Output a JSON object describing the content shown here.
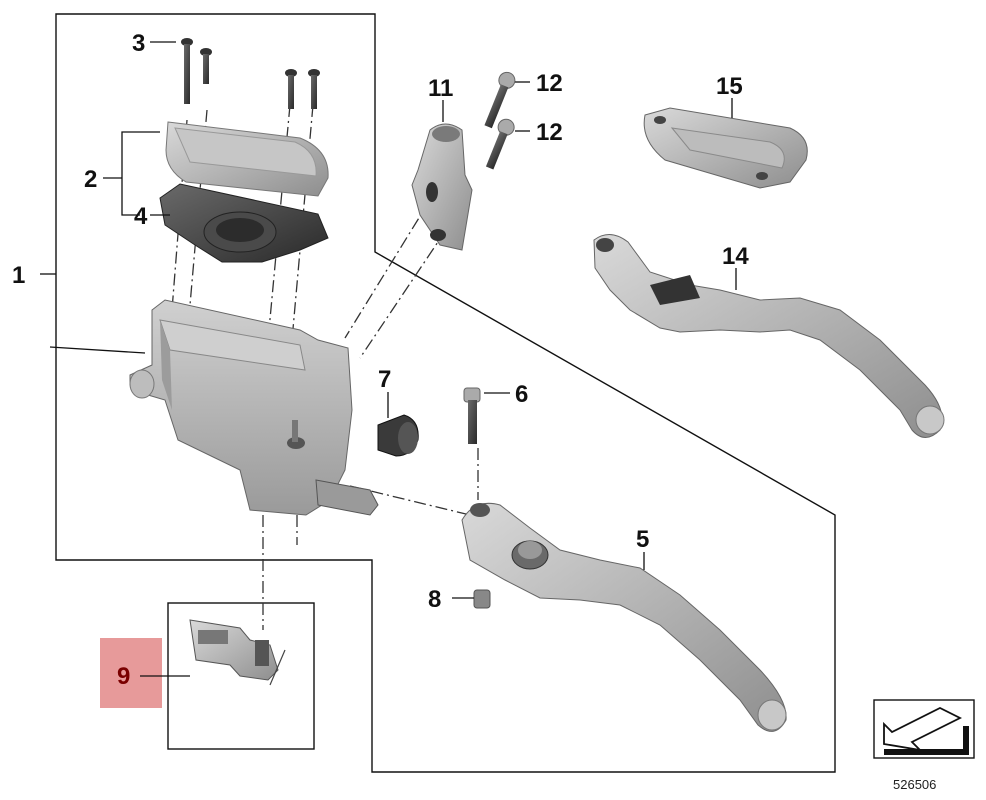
{
  "diagram": {
    "callouts": {
      "c1": "1",
      "c2": "2",
      "c3": "3",
      "c4": "4",
      "c5": "5",
      "c6": "6",
      "c7": "7",
      "c8": "8",
      "c9": "9",
      "c11": "11",
      "c12a": "12",
      "c12b": "12",
      "c14": "14",
      "c15": "15"
    },
    "highlight_color": "#e79a9a",
    "reference_number": "526506"
  }
}
